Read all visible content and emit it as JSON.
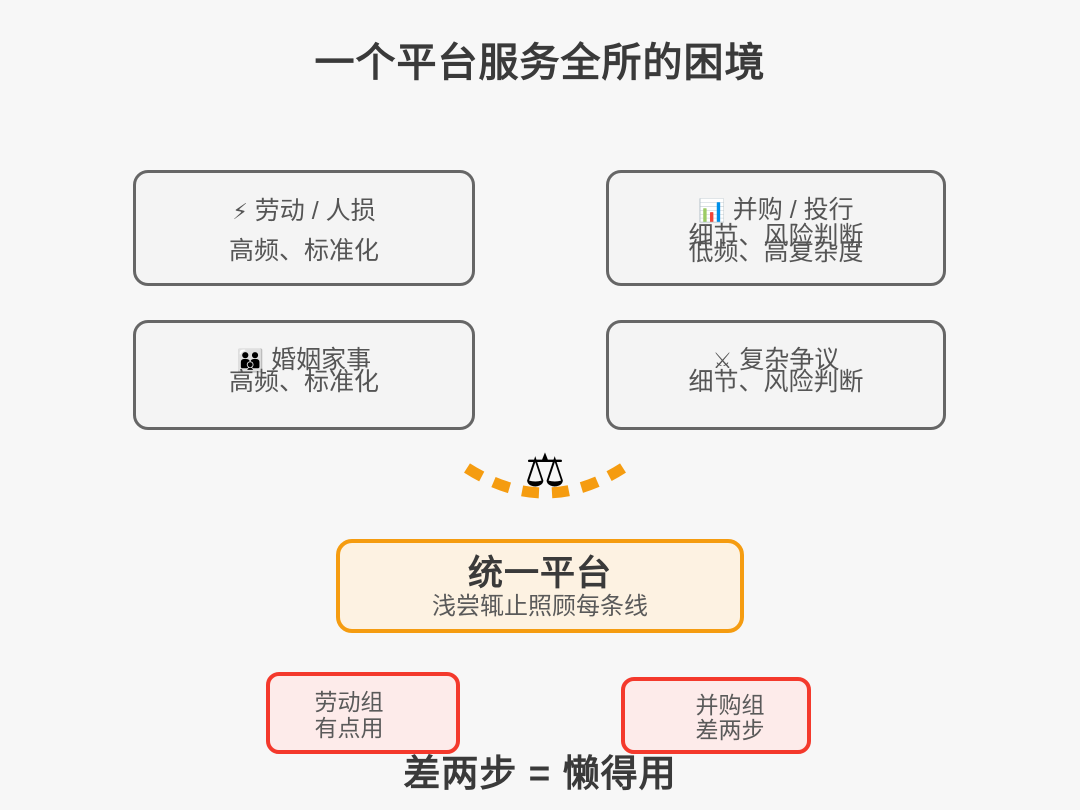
{
  "page": {
    "title": "一个平台服务全所的困境",
    "background_color": "#f7f7f7",
    "text_color": "#555555"
  },
  "practice_cards": [
    {
      "id": "labor",
      "icon": "⚡",
      "icon_name": "high-voltage-icon",
      "title": "劳动 / 人损",
      "subtitles": [
        "高频、标准化"
      ]
    },
    {
      "id": "ma",
      "icon": "📊",
      "icon_name": "bar-chart-icon",
      "title": "并购 / 投行",
      "subtitles": [
        "细节、风险判断",
        "低频、高复杂度"
      ]
    },
    {
      "id": "family",
      "icon": "👪",
      "icon_name": "family-icon",
      "title": "婚姻家事",
      "subtitles": [
        "高频、标准化"
      ]
    },
    {
      "id": "dispute",
      "icon": "⚔",
      "icon_name": "crossed-swords-icon",
      "title": "复杂争议",
      "subtitles": [
        "细节、风险判断"
      ]
    }
  ],
  "connector": {
    "icon": "⚖",
    "icon_name": "balance-scale-icon",
    "arc_color": "#f59c10",
    "arc_style": "dashed"
  },
  "platform": {
    "title": "统一平台",
    "subtitle": "浅尝辄止照顾每条线",
    "border_color": "#f59c10",
    "fill_color": "#fdf2e2"
  },
  "teams": [
    {
      "id": "labor-team",
      "title": "劳动组",
      "verdict": "有点用"
    },
    {
      "id": "ma-team",
      "title": "并购组",
      "verdict": "差两步"
    }
  ],
  "punchline": "差两步 = 懒得用",
  "colors": {
    "card_border": "#666666",
    "card_fill": "#f4f4f4",
    "accent_orange": "#f59c10",
    "accent_red": "#f4392c",
    "red_fill": "#fdebea"
  }
}
